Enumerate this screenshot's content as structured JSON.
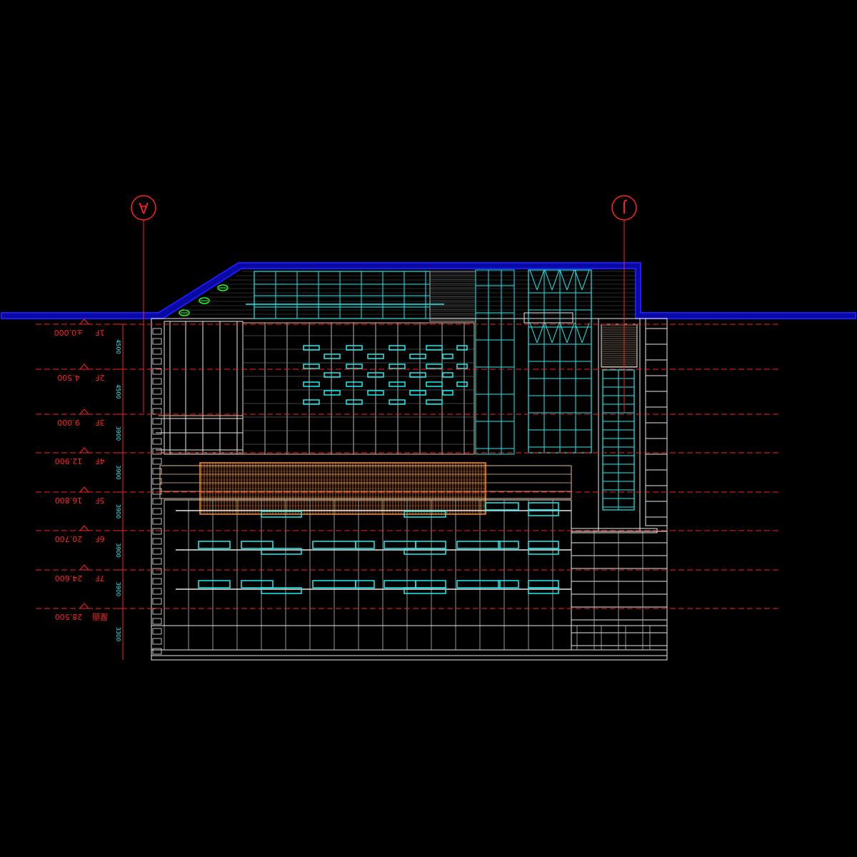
{
  "drawing": {
    "background": "#000000",
    "colors": {
      "ground": "#1a1aff",
      "ground_fill": "#0a0aa0",
      "white_line": "#e8e8e8",
      "cyan": "#19f0f0",
      "red": "#ff2020",
      "orange": "#ff8a1a",
      "tan": "#e8c090",
      "green": "#20ff20",
      "grey": "#9a9a9a"
    },
    "axes": [
      {
        "id": "axis-a",
        "label": "A"
      },
      {
        "id": "axis-j",
        "label": "J"
      }
    ],
    "levels": [
      {
        "floor": "1F",
        "elevation": "±0.000",
        "dim": "4500"
      },
      {
        "floor": "2F",
        "elevation": "4.500",
        "dim": "4500"
      },
      {
        "floor": "3F",
        "elevation": "9.000",
        "dim": "3900"
      },
      {
        "floor": "4F",
        "elevation": "12.900",
        "dim": "3900"
      },
      {
        "floor": "5F",
        "elevation": "16.800",
        "dim": "3900"
      },
      {
        "floor": "6F",
        "elevation": "20.700",
        "dim": "3900"
      },
      {
        "floor": "7F",
        "elevation": "24.600",
        "dim": "3900"
      },
      {
        "floor": "屋面",
        "elevation": "28.500",
        "dim": "3300"
      }
    ]
  }
}
